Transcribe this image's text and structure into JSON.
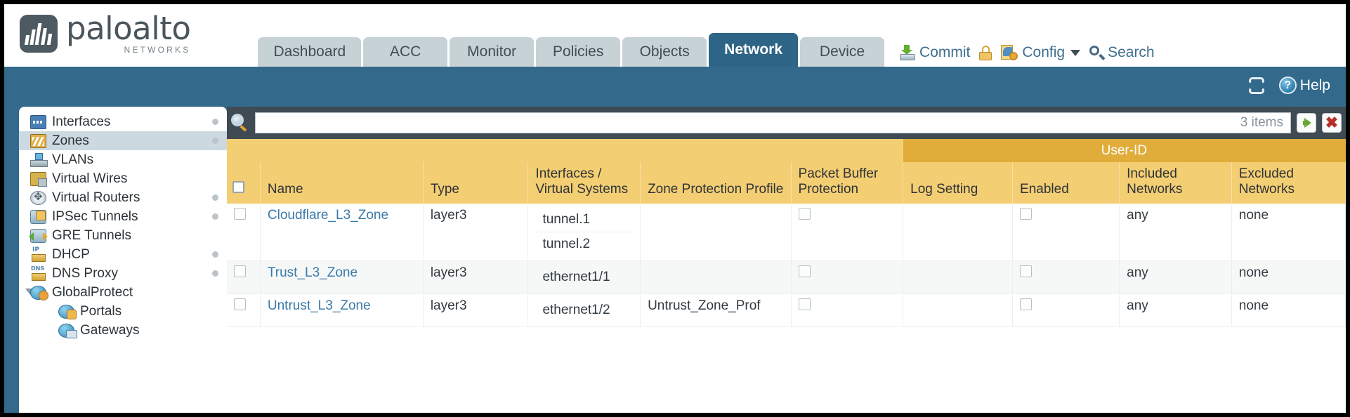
{
  "brand": {
    "name": "paloalto",
    "tagline": "NETWORKS",
    "logo_icon": "paloalto-logo-icon"
  },
  "nav": {
    "tabs": [
      {
        "label": "Dashboard",
        "active": false
      },
      {
        "label": "ACC",
        "active": false
      },
      {
        "label": "Monitor",
        "active": false
      },
      {
        "label": "Policies",
        "active": false
      },
      {
        "label": "Objects",
        "active": false
      },
      {
        "label": "Network",
        "active": true
      },
      {
        "label": "Device",
        "active": false
      }
    ]
  },
  "top_actions": {
    "commit": "Commit",
    "lock_icon": "padlock-icon",
    "config": "Config",
    "search": "Search"
  },
  "blue_bar": {
    "refresh_icon": "refresh-icon",
    "help": "Help"
  },
  "sidebar": {
    "items": [
      {
        "label": "Interfaces",
        "icon": "interfaces-icon",
        "selected": false,
        "dot": true,
        "child": false,
        "caret": false
      },
      {
        "label": "Zones",
        "icon": "zones-icon",
        "selected": true,
        "dot": true,
        "child": false,
        "caret": false
      },
      {
        "label": "VLANs",
        "icon": "vlans-icon",
        "selected": false,
        "dot": false,
        "child": false,
        "caret": false
      },
      {
        "label": "Virtual Wires",
        "icon": "virtual-wires-icon",
        "selected": false,
        "dot": false,
        "child": false,
        "caret": false
      },
      {
        "label": "Virtual Routers",
        "icon": "virtual-routers-icon",
        "selected": false,
        "dot": true,
        "child": false,
        "caret": false
      },
      {
        "label": "IPSec Tunnels",
        "icon": "ipsec-tunnels-icon",
        "selected": false,
        "dot": true,
        "child": false,
        "caret": false
      },
      {
        "label": "GRE Tunnels",
        "icon": "gre-tunnels-icon",
        "selected": false,
        "dot": false,
        "child": false,
        "caret": false
      },
      {
        "label": "DHCP",
        "icon": "dhcp-icon",
        "selected": false,
        "dot": true,
        "child": false,
        "caret": false
      },
      {
        "label": "DNS Proxy",
        "icon": "dns-proxy-icon",
        "selected": false,
        "dot": true,
        "child": false,
        "caret": false
      },
      {
        "label": "GlobalProtect",
        "icon": "globalprotect-icon",
        "selected": false,
        "dot": false,
        "child": false,
        "caret": true
      },
      {
        "label": "Portals",
        "icon": "portals-icon",
        "selected": false,
        "dot": false,
        "child": true,
        "caret": false
      },
      {
        "label": "Gateways",
        "icon": "gateways-icon",
        "selected": false,
        "dot": false,
        "child": true,
        "caret": false
      }
    ]
  },
  "search": {
    "value": "",
    "placeholder": "",
    "item_count": "3 items",
    "go_icon": "green-arrow-icon",
    "clear_icon": "red-x-icon",
    "magnifier_icon": "search-icon"
  },
  "table": {
    "group_header": "User-ID",
    "columns": [
      "Name",
      "Type",
      "Interfaces / Virtual Systems",
      "Zone Protection Profile",
      "Packet Buffer Protection",
      "Log Setting",
      "Enabled",
      "Included Networks",
      "Excluded Networks"
    ],
    "rows": [
      {
        "selected": false,
        "name": "Cloudflare_L3_Zone",
        "type": "layer3",
        "interfaces": [
          "tunnel.1",
          "tunnel.2"
        ],
        "zone_protection_profile": "",
        "packet_buffer_protection": false,
        "log_setting": "",
        "userid_enabled": false,
        "included_networks": "any",
        "excluded_networks": "none"
      },
      {
        "selected": false,
        "name": "Trust_L3_Zone",
        "type": "layer3",
        "interfaces": [
          "ethernet1/1"
        ],
        "zone_protection_profile": "",
        "packet_buffer_protection": false,
        "log_setting": "",
        "userid_enabled": false,
        "included_networks": "any",
        "excluded_networks": "none"
      },
      {
        "selected": false,
        "name": "Untrust_L3_Zone",
        "type": "layer3",
        "interfaces": [
          "ethernet1/2"
        ],
        "zone_protection_profile": "Untrust_Zone_Prof",
        "packet_buffer_protection": false,
        "log_setting": "",
        "userid_enabled": false,
        "included_networks": "any",
        "excluded_networks": "none"
      }
    ]
  },
  "colors": {
    "brand_blue": "#336a8c",
    "active_tab": "#2e6486",
    "table_header": "#f3ce73",
    "group_header": "#e0ad3a",
    "link": "#3a79a8",
    "search_bg": "#3f4a52"
  }
}
